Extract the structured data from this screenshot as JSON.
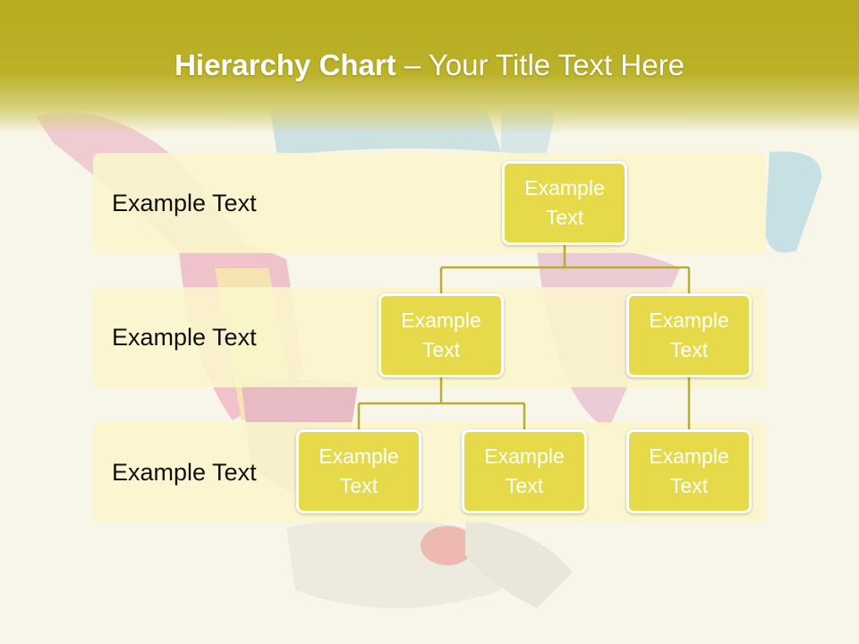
{
  "slide": {
    "title_bold": "Hierarchy Chart",
    "title_rest": " – Your Title Text Here"
  },
  "levels": [
    {
      "label": "Example Text"
    },
    {
      "label": "Example Text"
    },
    {
      "label": "Example Text"
    }
  ],
  "nodes": {
    "root": "Example Text",
    "l2_left": "Example Text",
    "l2_right": "Example Text",
    "l3_a": "Example Text",
    "l3_b": "Example Text",
    "l3_c": "Example Text"
  },
  "colors": {
    "title_band": "#b5ab1e",
    "node_fill": "#e7da4a",
    "band_fill": "#faf6cc",
    "connector": "#b8ac34"
  }
}
